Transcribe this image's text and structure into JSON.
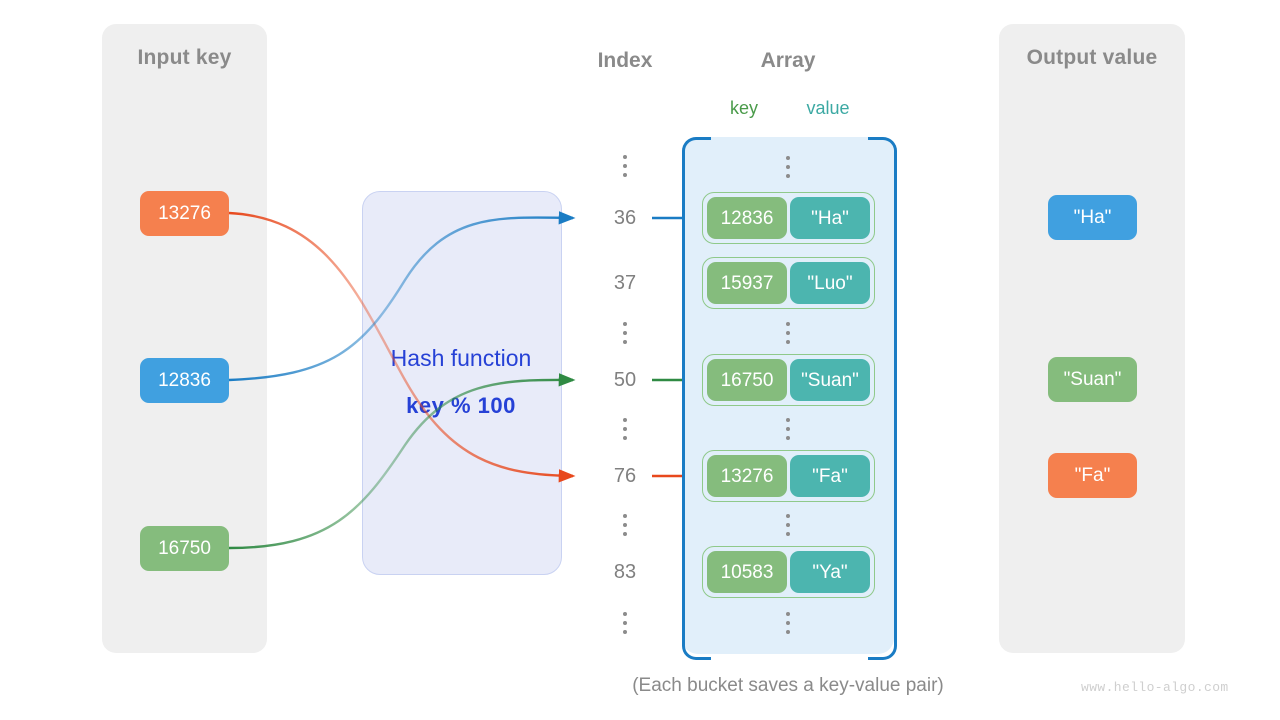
{
  "diagram": {
    "caption": "(Each bucket saves a key-value pair)",
    "watermark": "www.hello-algo.com"
  },
  "input_panel": {
    "title": "Input key",
    "keys": [
      {
        "label": "13276",
        "color": "#f5804e"
      },
      {
        "label": "12836",
        "color": "#40a0e0"
      },
      {
        "label": "16750",
        "color": "#85bc7d"
      }
    ]
  },
  "hash_function": {
    "name": "Hash function",
    "expression": "key % 100",
    "fill": "#e8ebf9",
    "text_color": "#2641d6"
  },
  "index_column": {
    "title": "Index",
    "entries": [
      {
        "type": "dots"
      },
      {
        "type": "index",
        "label": "36"
      },
      {
        "type": "index",
        "label": "37"
      },
      {
        "type": "dots"
      },
      {
        "type": "index",
        "label": "50"
      },
      {
        "type": "dots"
      },
      {
        "type": "index",
        "label": "76"
      },
      {
        "type": "dots"
      },
      {
        "type": "index",
        "label": "83"
      },
      {
        "type": "dots"
      }
    ]
  },
  "array": {
    "title": "Array",
    "key_header": "key",
    "value_header": "value",
    "key_header_color": "#4a9b4a",
    "value_header_color": "#3ca9a3",
    "bucket_key_color": "#85bc7d",
    "bucket_value_color": "#4cb5af",
    "container_fill": "#e1effa",
    "bracket_color": "#1a7cc4",
    "rows": [
      {
        "type": "dots"
      },
      {
        "type": "bucket",
        "key": "12836",
        "value": "\"Ha\""
      },
      {
        "type": "bucket",
        "key": "15937",
        "value": "\"Luo\""
      },
      {
        "type": "dots"
      },
      {
        "type": "bucket",
        "key": "16750",
        "value": "\"Suan\""
      },
      {
        "type": "dots"
      },
      {
        "type": "bucket",
        "key": "13276",
        "value": "\"Fa\""
      },
      {
        "type": "dots"
      },
      {
        "type": "bucket",
        "key": "10583",
        "value": "\"Ya\""
      },
      {
        "type": "dots"
      }
    ]
  },
  "output_panel": {
    "title": "Output value",
    "values": [
      {
        "label": "\"Ha\"",
        "color": "#40a0e0"
      },
      {
        "label": "\"Suan\"",
        "color": "#85bc7d"
      },
      {
        "label": "\"Fa\"",
        "color": "#f5804e"
      }
    ]
  },
  "links": {
    "blue": "#1a7cc4",
    "green": "#2f8a43",
    "orange": "#e8481c"
  }
}
